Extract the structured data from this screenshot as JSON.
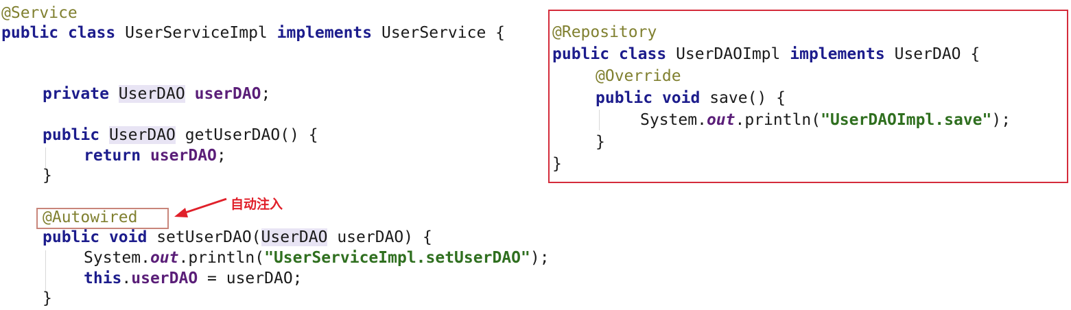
{
  "left_code": {
    "line1": {
      "annotation": "@Service"
    },
    "line2": {
      "kw1": "public",
      "kw2": "class",
      "name": "UserServiceImpl",
      "kw3": "implements",
      "iface": "UserService",
      "brace": "{"
    },
    "line3": {
      "kw": "private",
      "type": "UserDAO",
      "field": "userDAO",
      "semi": ";"
    },
    "line4": {
      "kw": "public",
      "type": "UserDAO",
      "method": "getUserDAO() {"
    },
    "line5": {
      "kw": "return",
      "field": "userDAO",
      "semi": ";"
    },
    "line6": {
      "brace": "}"
    },
    "line7": {
      "annotation": "@Autowired"
    },
    "line8": {
      "kw1": "public",
      "kw2": "void",
      "method": "setUserDAO(",
      "type": "UserDAO",
      "rest": "userDAO) {"
    },
    "line9": {
      "obj": "System.",
      "stat": "out",
      "call": ".println(",
      "str": "\"UserServiceImpl.setUserDAO\"",
      "end": ");"
    },
    "line10": {
      "kw": "this",
      "dot": ".",
      "field": "userDAO",
      "rest": "= userDAO;"
    },
    "line11": {
      "brace": "}"
    }
  },
  "right_code": {
    "line1": {
      "annotation": "@Repository"
    },
    "line2": {
      "kw1": "public",
      "kw2": "class",
      "name": "UserDAOImpl",
      "kw3": "implements",
      "iface": "UserDAO {"
    },
    "line3": {
      "annotation": "@Override"
    },
    "line4": {
      "kw1": "public",
      "kw2": "void",
      "method": "save() {"
    },
    "line5": {
      "obj": "System.",
      "stat": "out",
      "call": ".println(",
      "str": "\"UserDAOImpl.save\"",
      "end": ");"
    },
    "line6": {
      "brace": "}"
    },
    "line7": {
      "brace": "}"
    }
  },
  "callout": {
    "text": "自动注入"
  },
  "colors": {
    "highlight_box": "#d42b3a",
    "callout_text": "#e0202a",
    "keyword": "#1c1c8c",
    "annotation": "#808030",
    "string": "#2f6f1f"
  }
}
